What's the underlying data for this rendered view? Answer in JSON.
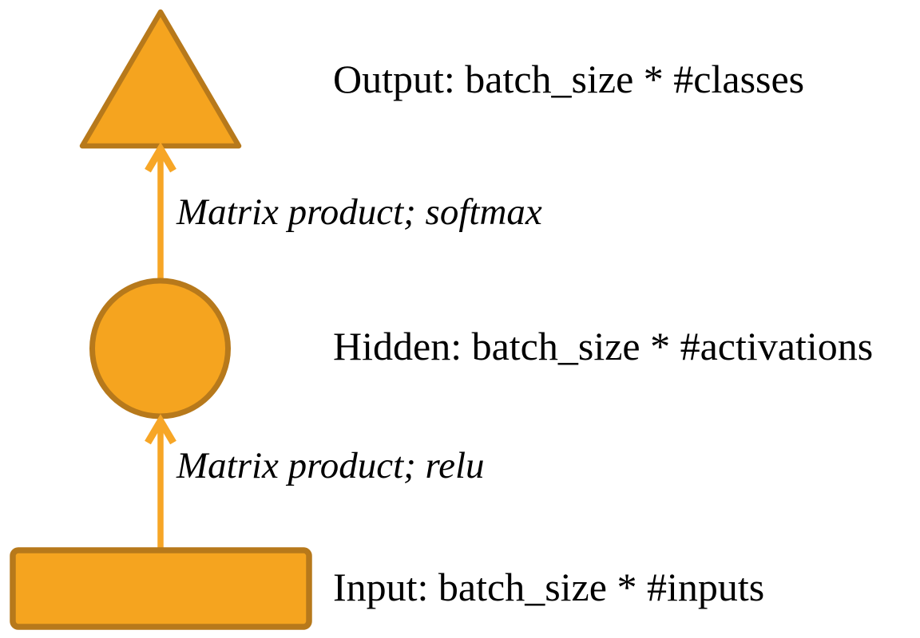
{
  "background": "#ffffff",
  "colors": {
    "shape_fill": "#F5A41F",
    "shape_stroke": "#B7791B",
    "arrow": "#F7A626",
    "text": "#000000"
  },
  "diagram": {
    "type": "neural-network-layer-diagram",
    "nodes": [
      {
        "id": "output",
        "shape": "triangle",
        "label": "Output: batch_size * #classes"
      },
      {
        "id": "hidden",
        "shape": "circle",
        "label": "Hidden: batch_size * #activations"
      },
      {
        "id": "input",
        "shape": "rectangle",
        "label": "Input: batch_size * #inputs"
      }
    ],
    "edges": [
      {
        "from": "hidden",
        "to": "output",
        "label": "Matrix product; softmax"
      },
      {
        "from": "input",
        "to": "hidden",
        "label": "Matrix product; relu"
      }
    ]
  }
}
